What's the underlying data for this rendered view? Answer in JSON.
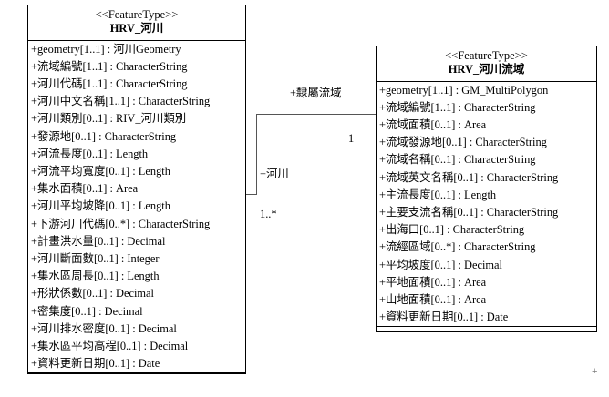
{
  "diagram": {
    "type": "uml-class-diagram",
    "title": "",
    "classes": [
      {
        "id": "hrv-river",
        "stereotype": "<<FeatureType>>",
        "name": "HRV_河川",
        "attributes": [
          "+geometry[1..1] : 河川Geometry",
          "+流域編號[1..1] : CharacterString",
          "+河川代碼[1..1] : CharacterString",
          "+河川中文名稱[1..1] : CharacterString",
          "+河川類別[0..1] : RIV_河川類別",
          "+發源地[0..1] : CharacterString",
          "+河流長度[0..1] : Length",
          "+河流平均寬度[0..1] : Length",
          "+集水面積[0..1] : Area",
          "+河川平均坡降[0..1] : Length",
          "+下游河川代碼[0..*] : CharacterString",
          "+計畫洪水量[0..1] : Decimal",
          "+河川斷面數[0..1] : Integer",
          "+集水區周長[0..1] : Length",
          "+形狀係數[0..1] : Decimal",
          "+密集度[0..1] : Decimal",
          "+河川排水密度[0..1] : Decimal",
          "+集水區平均高程[0..1] : Decimal",
          "+資料更新日期[0..1] : Date"
        ],
        "operations": []
      },
      {
        "id": "hrv-basin",
        "stereotype": "<<FeatureType>>",
        "name": "HRV_河川流域",
        "attributes": [
          "+geometry[1..1] : GM_MultiPolygon",
          "+流域編號[1..1] : CharacterString",
          "+流域面積[0..1] : Area",
          "+流域發源地[0..1] : CharacterString",
          "+流域名稱[0..1] : CharacterString",
          "+流域英文名稱[0..1] : CharacterString",
          "+主流長度[0..1] : Length",
          "+主要支流名稱[0..1] : CharacterString",
          "+出海口[0..1] : CharacterString",
          "+流經區域[0..*] : CharacterString",
          "+平均坡度[0..1] : Decimal",
          "+平地面積[0..1] : Area",
          "+山地面積[0..1] : Area",
          "+資料更新日期[0..1] : Date"
        ],
        "operations": []
      }
    ],
    "association": {
      "role_target": "+隸屬流域",
      "multiplicity_target": "1",
      "role_source": "+河川",
      "multiplicity_source": "1..*"
    },
    "corner_mark": "+"
  }
}
